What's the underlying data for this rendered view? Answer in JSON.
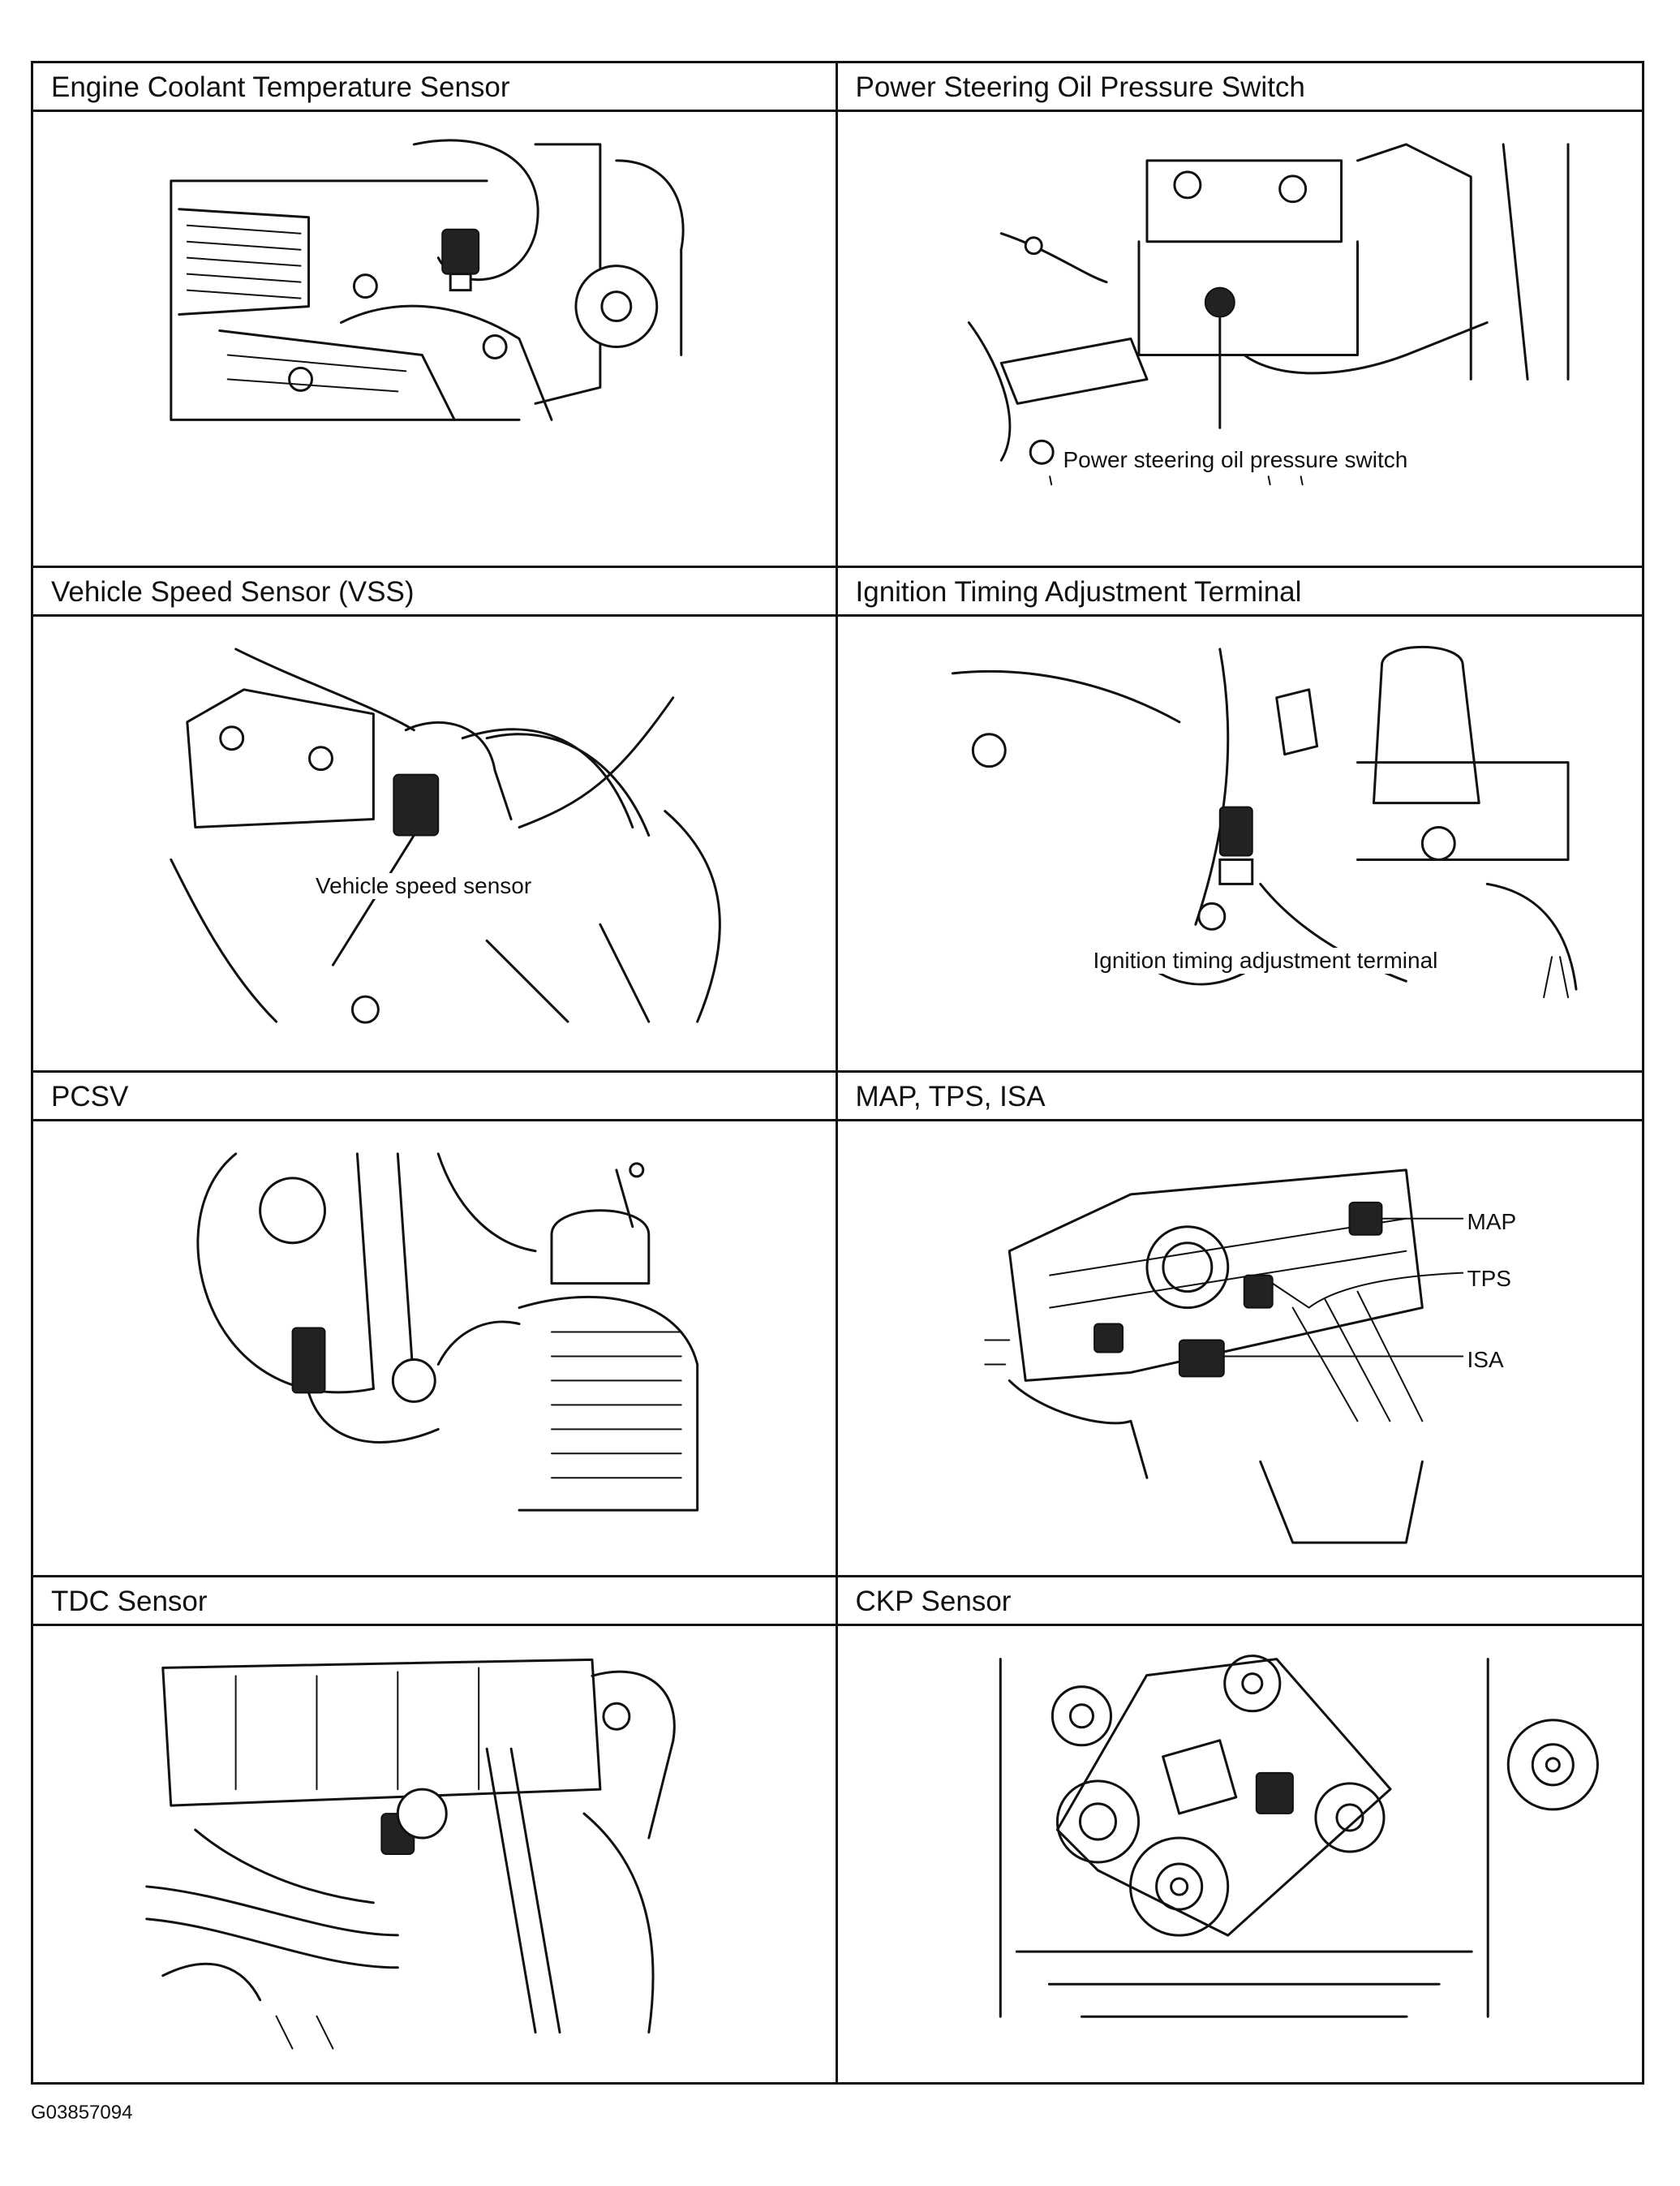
{
  "panels": [
    {
      "title": "Engine Coolant Temperature Sensor",
      "labels": []
    },
    {
      "title": "Power Steering Oil Pressure Switch",
      "labels": [
        "Power steering oil pressure switch"
      ]
    },
    {
      "title": "Vehicle Speed Sensor (VSS)",
      "labels": [
        "Vehicle speed sensor"
      ]
    },
    {
      "title": "Ignition Timing Adjustment Terminal",
      "labels": [
        "Ignition timing adjustment terminal"
      ]
    },
    {
      "title": "PCSV",
      "labels": []
    },
    {
      "title": "MAP, TPS, ISA",
      "labels": [
        "MAP",
        "TPS",
        "ISA"
      ]
    },
    {
      "title": "TDC Sensor",
      "labels": []
    },
    {
      "title": "CKP Sensor",
      "labels": []
    }
  ],
  "footer": {
    "code": "G03857094"
  }
}
